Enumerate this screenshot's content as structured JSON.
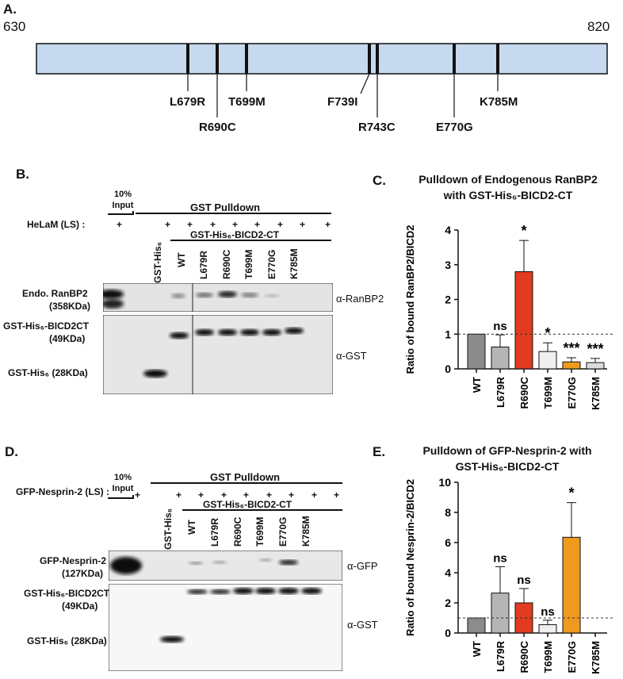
{
  "panelA": {
    "label": "A.",
    "start": "630",
    "end": "820",
    "mutations": [
      "L679R",
      "R690C",
      "T699M",
      "F739I",
      "R743C",
      "E770G",
      "K785M"
    ]
  },
  "panelB": {
    "label": "B.",
    "input_label": "10% Input",
    "pulldown_label": "GST Pulldown",
    "treatment_label": "HeLaM (LS) :",
    "plus": "+",
    "construct_label": "GST-His₆-BICD2-CT",
    "lanes": [
      "GST-His₆",
      "WT",
      "L679R",
      "R690C",
      "T699M",
      "E770G",
      "K785M"
    ],
    "blot1_name": "Endo. RanBP2",
    "blot1_size": "(358KDa)",
    "blot1_ab": "α-RanBP2",
    "blot2_name": "GST-His₆-BICD2CT",
    "blot2_size": "(49KDa)",
    "blot2_ab": "α-GST",
    "blot3_name": "GST-His₆ (28KDa)"
  },
  "panelD": {
    "label": "D.",
    "input_label": "10% Input",
    "pulldown_label": "GST Pulldown",
    "treatment_label": "GFP-Nesprin-2 (LS) :",
    "plus": "+",
    "construct_label": "GST-His₆-BICD2-CT",
    "lanes": [
      "GST-His₆",
      "WT",
      "L679R",
      "R690C",
      "T699M",
      "E770G",
      "K785M"
    ],
    "blot1_name": "GFP-Nesprin-2",
    "blot1_size": "(127KDa)",
    "blot1_ab": "α-GFP",
    "blot2_name": "GST-His₆-BICD2CT",
    "blot2_size": "(49KDa)",
    "blot2_ab": "α-GST",
    "blot3_name": "GST-His₆ (28KDa)"
  },
  "chart_data": [
    {
      "panel": "C.",
      "type": "bar",
      "title": "Pulldown of Endogenous RanBP2 with GST-His₆-BICD2-CT",
      "title_line1": "Pulldown of Endogenous RanBP2",
      "title_line2": "with GST-His₆-BICD2-CT",
      "ylabel": "Ratio of bound RanBP2/BICD2",
      "ylim": [
        0,
        4
      ],
      "yticks": [
        "0",
        "1",
        "2",
        "3",
        "4"
      ],
      "categories": [
        "WT",
        "L679R",
        "R690C",
        "T699M",
        "E770G",
        "K785M"
      ],
      "values": [
        1.0,
        0.63,
        2.8,
        0.5,
        0.2,
        0.18
      ],
      "errors": [
        0,
        0.35,
        0.9,
        0.25,
        0.12,
        0.12
      ],
      "significance": [
        "",
        "ns",
        "*",
        "*",
        "***",
        "***"
      ],
      "reference_line": 1,
      "colors": [
        "#8c8c8c",
        "#b5b5b5",
        "#e23b1f",
        "#efefef",
        "#ef9a1f",
        "#dcdcdc"
      ]
    },
    {
      "panel": "E.",
      "type": "bar",
      "title": "Pulldown of GFP-Nesprin-2 with GST-His₆-BICD2-CT",
      "title_line1": "Pulldown of GFP-Nesprin-2 with",
      "title_line2": "GST-His₆-BICD2-CT",
      "ylabel": "Ratio of bound Nesprin-2/BICD2",
      "ylim": [
        0,
        10
      ],
      "yticks": [
        "0",
        "2",
        "4",
        "6",
        "8",
        "10"
      ],
      "categories": [
        "WT",
        "L679R",
        "R690C",
        "T699M",
        "E770G",
        "K785M"
      ],
      "values": [
        1.0,
        2.65,
        2.0,
        0.55,
        6.35,
        0
      ],
      "errors": [
        0,
        1.75,
        0.95,
        0.3,
        2.3,
        0
      ],
      "significance": [
        "",
        "ns",
        "ns",
        "ns",
        "*",
        ""
      ],
      "reference_line": 1,
      "colors": [
        "#8c8c8c",
        "#b5b5b5",
        "#e23b1f",
        "#efefef",
        "#ef9a1f",
        "#dcdcdc"
      ]
    }
  ]
}
